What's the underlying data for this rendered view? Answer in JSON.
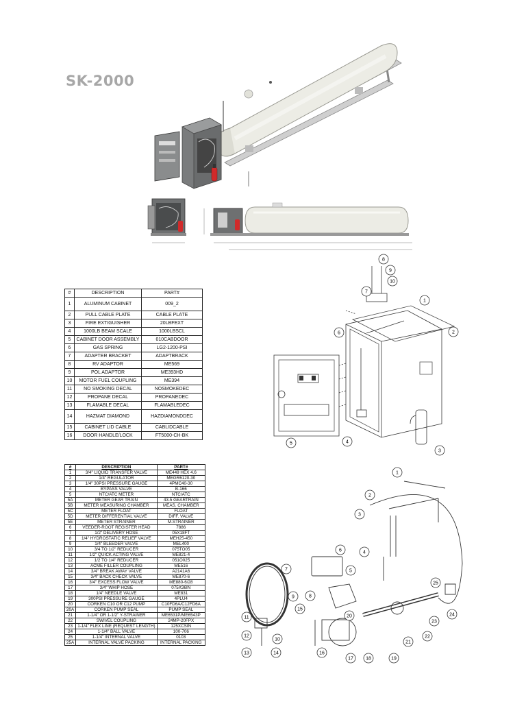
{
  "page": {
    "title": "SK-2000"
  },
  "cabinet_table": {
    "headers": [
      "#",
      "DESCRIPTION",
      "PART#"
    ],
    "rows": [
      [
        "1",
        "ALUMINUM CABINET",
        "009_2"
      ],
      [
        "2",
        "PULL CABLE PLATE",
        "CABLE PLATE"
      ],
      [
        "3",
        "FIRE EXTIGUISHER",
        "20LBFEXT"
      ],
      [
        "4",
        "1000LB BEAM SCALE",
        "1000LBSCL"
      ],
      [
        "5",
        "CABINET DOOR ASSEMBLY",
        "010CABDOOR"
      ],
      [
        "6",
        "GAS SPRING",
        "LG2-1200-PSI"
      ],
      [
        "7",
        "ADAPTER BRACKET",
        "ADAPTBRACK"
      ],
      [
        "8",
        "RV ADAPTOR",
        "ME569"
      ],
      [
        "9",
        "POL ADAPTOR",
        "ME393HD"
      ],
      [
        "10",
        "MOTOR FUEL COUPLING",
        "ME394"
      ],
      [
        "11",
        "NO SMOKING DECAL",
        "NOSMOKEDEC"
      ],
      [
        "12",
        "PROPANE DECAL",
        "PROPANEDEC"
      ],
      [
        "13",
        "FLAMABLE DECAL",
        "FLAMABLEDEC"
      ],
      [
        "14",
        "HAZMAT DIAMOND",
        "HAZDIAMONDDEC"
      ],
      [
        "15",
        "CABINET LID CABLE",
        "CABLIDCABLE"
      ],
      [
        "16",
        "DOOR HANDLE/LOCK",
        "FT5000-CH-BK"
      ]
    ]
  },
  "valve_table": {
    "headers": [
      "#",
      "DESCRIPTION",
      "PART#"
    ],
    "rows": [
      [
        "1",
        "3/4\" LIQUID TRANSFER VALVE",
        "ME449 HEX 4.6"
      ],
      [
        "2",
        "1/4\" REGULATOR",
        "MEGR6120-30"
      ],
      [
        "3",
        "1/4\" 30PSI PRESSURE GAUGE",
        "4PMC40-30"
      ],
      [
        "4",
        "BYPASS VALVE",
        "B-166"
      ],
      [
        "5",
        "NTC/ATC METER",
        "NTC/ATC"
      ],
      [
        "5A",
        "METER GEAR TRAIN",
        "43-5 GEARTRAIN"
      ],
      [
        "5B",
        "METER MEASURING CHAMBER",
        "MEAS. CHAMBER"
      ],
      [
        "5C",
        "METER FLOAT",
        "FLOAT"
      ],
      [
        "5D",
        "METER DIFFERENTIAL VALVE",
        "DIFF. VALVE"
      ],
      [
        "5E",
        "METER STRAINER",
        "M.STRAINER"
      ],
      [
        "6",
        "VEEDER-ROOT REGISTER HEAD",
        "7886"
      ],
      [
        "7",
        "1/2\" DELIVERY HOSE",
        "05X18FT"
      ],
      [
        "8",
        "1/4\" HYDROSTATIC RELIEF VALVE",
        "MEH25-450"
      ],
      [
        "9",
        "1/4\" BLEEDER VALVE",
        "MEL400"
      ],
      [
        "10",
        "3/4 TO 1/2\" REDUCER",
        "075TO05"
      ],
      [
        "11",
        "1/2\" QUICK ACTING VALVE",
        "ME821-4"
      ],
      [
        "12",
        "1/2 TO 1/4\" REDUCER",
        "051O025"
      ],
      [
        "13",
        "ACME FILLER COUPLING",
        "ME516"
      ],
      [
        "14",
        "3/4\" BREAK AWAY VALVE",
        "A2141A6"
      ],
      [
        "15",
        "3/4\" BACK CHECK VALVE",
        "ME870-6"
      ],
      [
        "16",
        "3/4\" EXCESS FLOW VALVE",
        "ME880-6/28"
      ],
      [
        "17",
        "3/4\" WHIP HOSE",
        "075X36IN"
      ],
      [
        "18",
        "1/4\" NEEDLE VALVE",
        "ME831"
      ],
      [
        "19",
        "300PSI PRESSURE GAUGE",
        "4PLU4"
      ],
      [
        "20",
        "CORKEN C10 OR C12 PUMP",
        "C10FD6A/C12FD6A"
      ],
      [
        "20A",
        "CORKEN PUMP SEAL",
        "PUMP SEAL"
      ],
      [
        "21",
        "1-1/4\" OR 1-1/2\" Y-STRAINER",
        "ME6531P/ME6543P"
      ],
      [
        "22",
        "SWIVEL COUPLING",
        "24MP-20FPX"
      ],
      [
        "23",
        "1-1/4\" FLEX LINE (REQUEST LENGTH)",
        "125XCSIN"
      ],
      [
        "24",
        "1-1/4\" BALL VALVE",
        "100-706"
      ],
      [
        "25",
        "1-1/4\" INTERNAL VALVE",
        "0103"
      ],
      [
        "25A",
        "INTERNAL VALVE PACKING",
        "INTERNAL PACKING"
      ]
    ]
  },
  "cabinet_callouts": [
    "1",
    "2",
    "3",
    "4",
    "5",
    "6",
    "7",
    "8",
    "9",
    "10"
  ],
  "plumbing_callouts": [
    "1",
    "2",
    "3",
    "4",
    "5",
    "6",
    "7",
    "8",
    "9",
    "10",
    "11",
    "12",
    "13",
    "14",
    "15",
    "16",
    "17",
    "18",
    "19",
    "20",
    "21",
    "22",
    "23",
    "24",
    "25"
  ],
  "colors": {
    "title": "#a7a7a7",
    "tank": "#e9e9e2",
    "cabinet": "#6d6f70",
    "extinguisher": "#d12a2a"
  }
}
